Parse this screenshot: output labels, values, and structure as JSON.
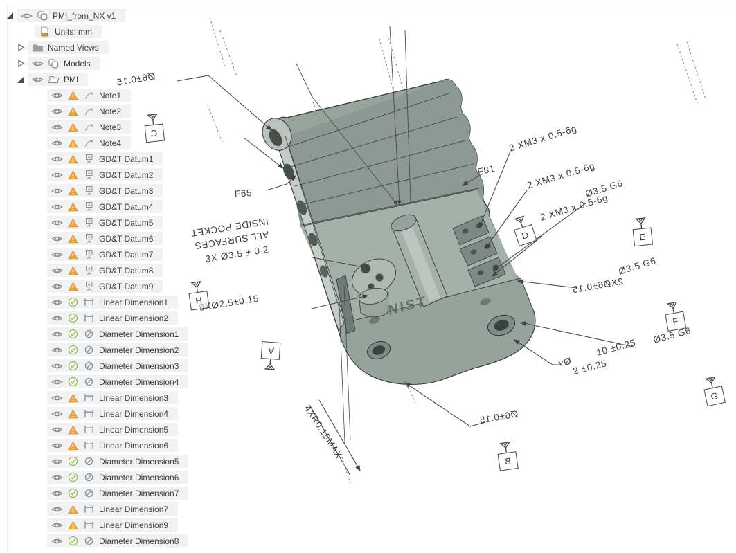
{
  "app": {
    "units_note": "mm"
  },
  "colors": {
    "warning": "#f0a73e",
    "ok": "#8fbf5a",
    "dimension_icon": "#7e95a8",
    "part_body": "#8e9b96",
    "tree_row_bg": "#f2f2f2",
    "annotation_text": "#3e3e3e"
  },
  "tree": {
    "root_label": "PMI_from_NX v1",
    "units_label": "Units: mm",
    "named_views_label": "Named Views",
    "models_label": "Models",
    "pmi_label": "PMI",
    "pmi_children": [
      {
        "label": "Note1",
        "status": "warning",
        "kind": "note"
      },
      {
        "label": "Note2",
        "status": "warning",
        "kind": "note"
      },
      {
        "label": "Note3",
        "status": "warning",
        "kind": "note"
      },
      {
        "label": "Note4",
        "status": "warning",
        "kind": "note"
      },
      {
        "label": "GD&T Datum1",
        "status": "warning",
        "kind": "datum"
      },
      {
        "label": "GD&T Datum2",
        "status": "warning",
        "kind": "datum"
      },
      {
        "label": "GD&T Datum3",
        "status": "warning",
        "kind": "datum"
      },
      {
        "label": "GD&T Datum4",
        "status": "warning",
        "kind": "datum"
      },
      {
        "label": "GD&T Datum5",
        "status": "warning",
        "kind": "datum"
      },
      {
        "label": "GD&T Datum6",
        "status": "warning",
        "kind": "datum"
      },
      {
        "label": "GD&T Datum7",
        "status": "warning",
        "kind": "datum"
      },
      {
        "label": "GD&T Datum8",
        "status": "warning",
        "kind": "datum"
      },
      {
        "label": "GD&T Datum9",
        "status": "warning",
        "kind": "datum"
      },
      {
        "label": "Linear Dimension1",
        "status": "ok",
        "kind": "linear"
      },
      {
        "label": "Linear Dimension2",
        "status": "ok",
        "kind": "linear"
      },
      {
        "label": "Diameter Dimension1",
        "status": "ok",
        "kind": "diameter"
      },
      {
        "label": "Diameter Dimension2",
        "status": "ok",
        "kind": "diameter"
      },
      {
        "label": "Diameter Dimension3",
        "status": "ok",
        "kind": "diameter"
      },
      {
        "label": "Diameter Dimension4",
        "status": "ok",
        "kind": "diameter"
      },
      {
        "label": "Linear Dimension3",
        "status": "warning",
        "kind": "linear"
      },
      {
        "label": "Linear Dimension4",
        "status": "warning",
        "kind": "linear"
      },
      {
        "label": "Linear Dimension5",
        "status": "warning",
        "kind": "linear"
      },
      {
        "label": "Linear Dimension6",
        "status": "warning",
        "kind": "linear"
      },
      {
        "label": "Diameter Dimension5",
        "status": "ok",
        "kind": "diameter"
      },
      {
        "label": "Diameter Dimension6",
        "status": "ok",
        "kind": "diameter"
      },
      {
        "label": "Diameter Dimension7",
        "status": "ok",
        "kind": "diameter"
      },
      {
        "label": "Linear Dimension7",
        "status": "warning",
        "kind": "linear"
      },
      {
        "label": "Linear Dimension9",
        "status": "warning",
        "kind": "linear"
      },
      {
        "label": "Diameter Dimension8",
        "status": "ok",
        "kind": "diameter"
      }
    ]
  },
  "viewport": {
    "part_logo": "NIST",
    "annotations": [
      {
        "text": "Ø6±0.15"
      },
      {
        "text": "F65"
      },
      {
        "text": "F81"
      },
      {
        "text": "2 XM3 x 0.5-6g"
      },
      {
        "text": "2 XM3 x 0.5-6g"
      },
      {
        "text": "2 XM3 x 0.5-6g"
      },
      {
        "text": "Ø3.5 G6"
      },
      {
        "text": "Ø3.5 G6"
      },
      {
        "text": "2XØ6±0.15"
      },
      {
        "text": "10 ±0.25"
      },
      {
        "text": "Ø3.5 G6"
      },
      {
        "text": "vØ"
      },
      {
        "text": "2 ±0.25"
      },
      {
        "text": "Ø6±0.15"
      },
      {
        "text": "4XR0.15MAX"
      },
      {
        "text": "ALL SURFACES\nINSIDE POCKET"
      },
      {
        "text": "3X  Ø3.5 ± 0.2"
      },
      {
        "text": "8XØ2.5±0.15"
      }
    ],
    "datums": [
      {
        "letter": "C"
      },
      {
        "letter": "D"
      },
      {
        "letter": "E"
      },
      {
        "letter": "F"
      },
      {
        "letter": "G"
      },
      {
        "letter": "H"
      },
      {
        "letter": "A"
      },
      {
        "letter": "B"
      }
    ]
  }
}
